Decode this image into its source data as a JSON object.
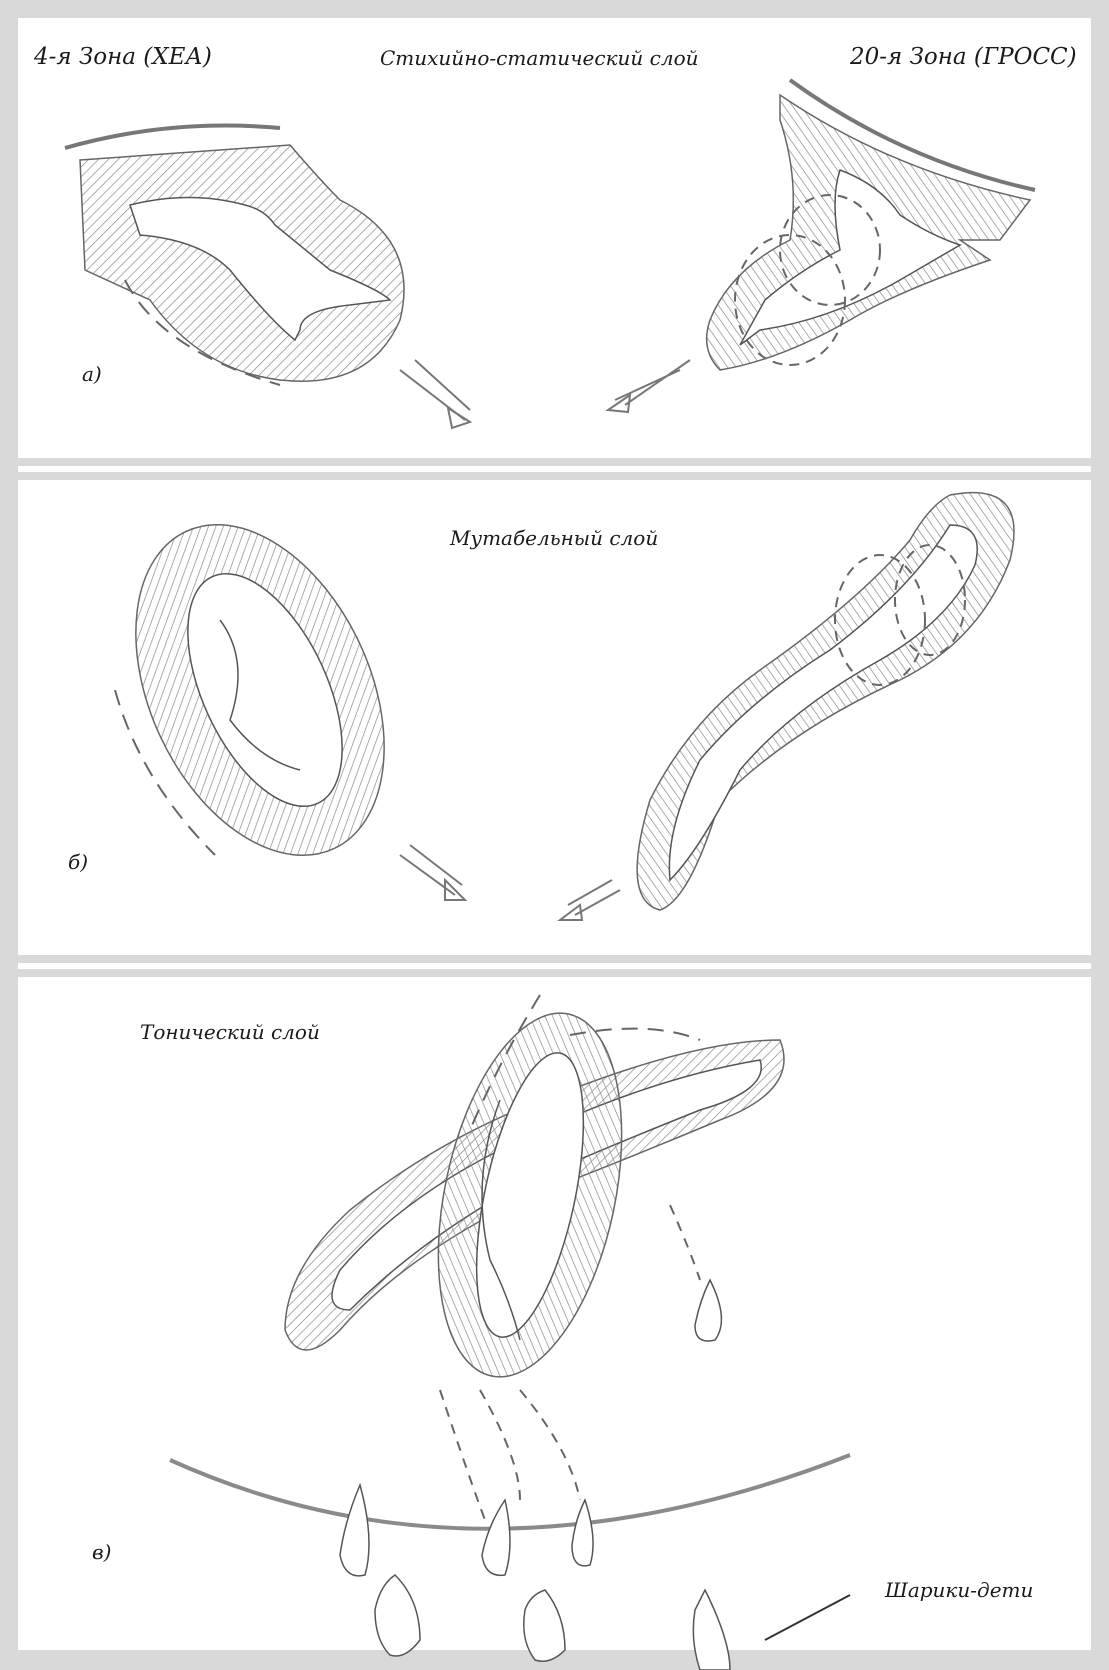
{
  "panel_a": {
    "zone_left": "4-я Зона (ХЕА)",
    "title": "Стихийно-статический слой",
    "zone_right": "20-я Зона (ГРОСС)",
    "marker": "а)"
  },
  "panel_b": {
    "title": "Мутабельный слой",
    "marker": "б)"
  },
  "panel_c": {
    "title": "Тонический слой",
    "marker": "в)",
    "callout": "Шарики-дети"
  },
  "colors": {
    "frame": "#d9d9d9",
    "line": "#555555",
    "hatch": "#8a8a8a"
  }
}
